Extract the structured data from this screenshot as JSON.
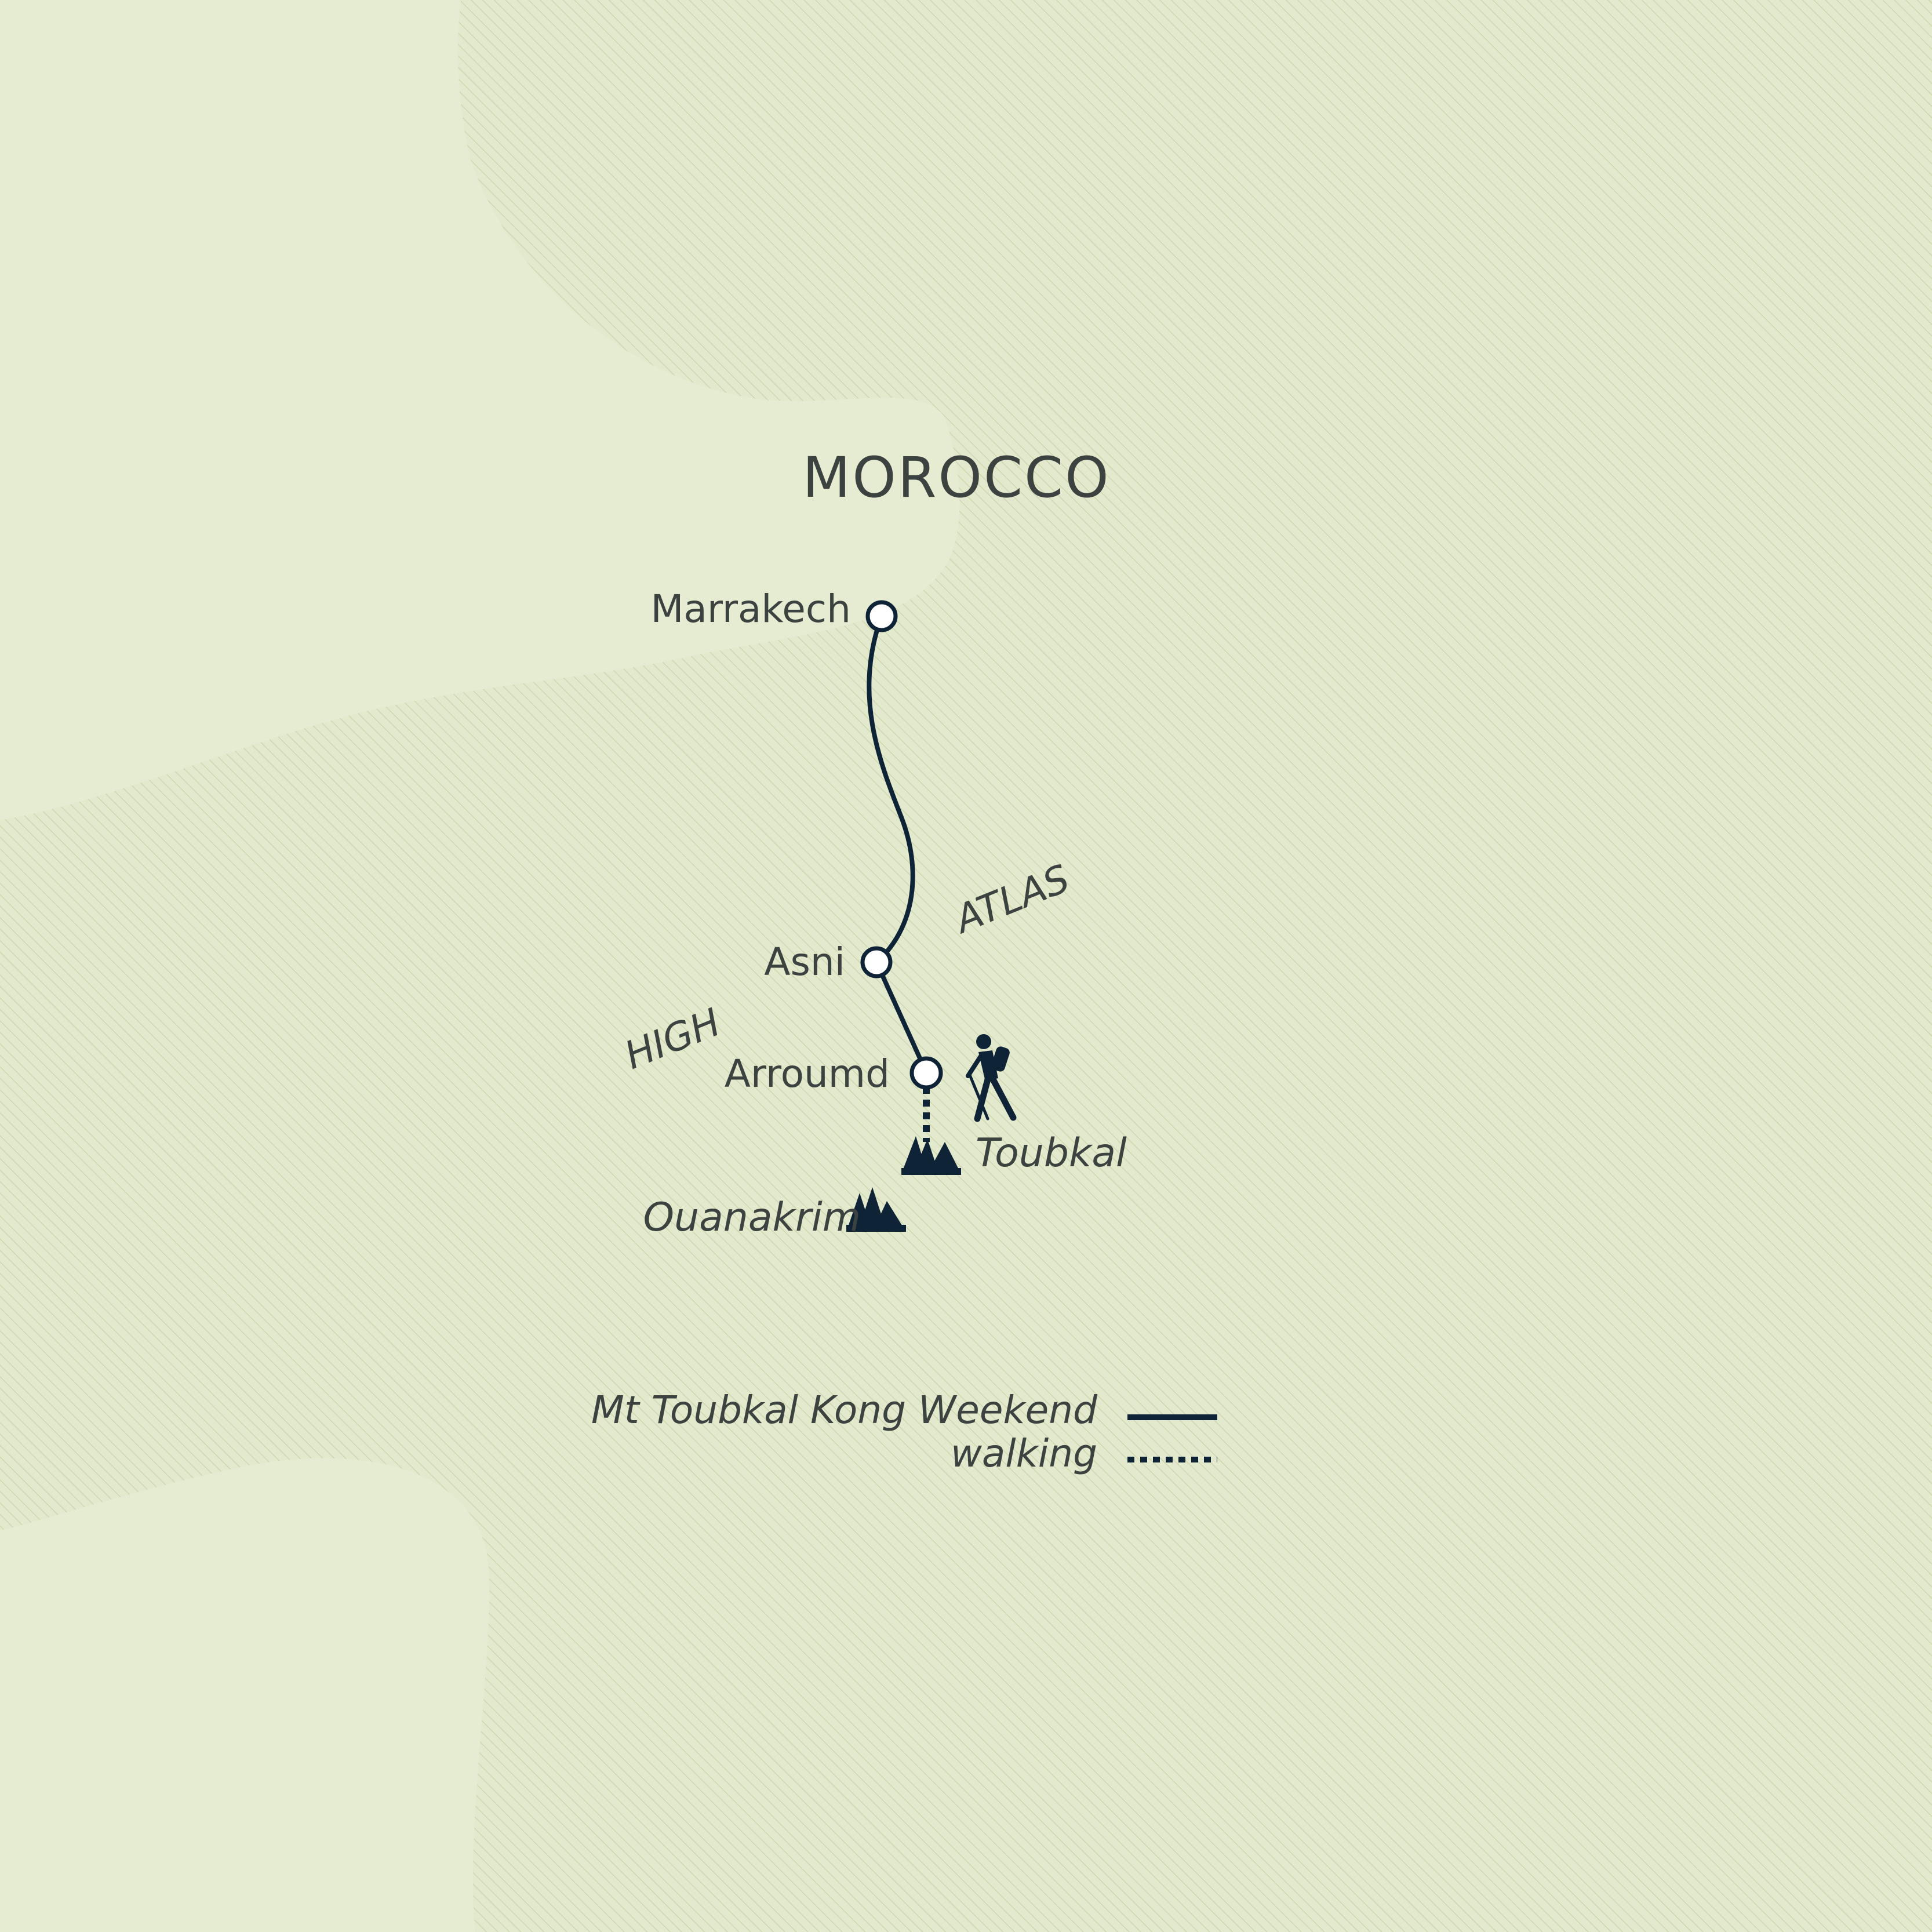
{
  "map": {
    "country": "MOROCCO",
    "range_words": [
      "HIGH",
      "ATLAS"
    ],
    "towns": [
      "Marrakech",
      "Asni",
      "Arroumd"
    ],
    "peaks": [
      "Toubkal",
      "Ouanakrim"
    ],
    "icons": {
      "hiker": "hiker-icon",
      "stop": "route-stop-icon",
      "peak": "mountain-peak-icon"
    },
    "colors": {
      "background": "#e6ecd2",
      "land_hatch": "#cdd6b0",
      "route": "#0f2337",
      "text": "#3c4240"
    }
  },
  "legend": {
    "items": [
      {
        "label": "Mt Toubkal Kong Weekend",
        "line_style": "solid"
      },
      {
        "label": "walking",
        "line_style": "dotted"
      }
    ]
  }
}
